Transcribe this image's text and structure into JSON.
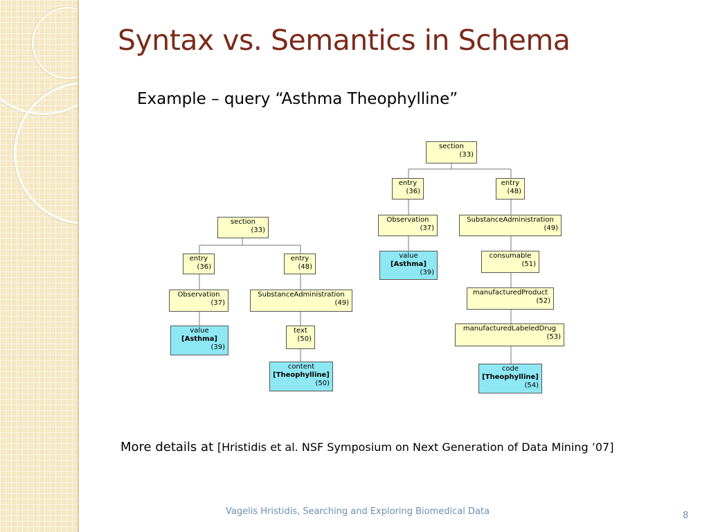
{
  "slide": {
    "title": "Syntax vs. Semantics in Schema",
    "subtitle": "Example – query “Asthma Theophylline”",
    "details_prefix": "More details at ",
    "details_citation": "[Hristidis et al. NSF Symposium on Next Generation of Data Mining ’07]",
    "footer": "Vagelis Hristidis, Searching and Exploring Biomedical Data",
    "page_number": "8"
  },
  "tree_left": {
    "section": {
      "label": "section",
      "id": "(33)"
    },
    "entry_a": {
      "label": "entry",
      "id": "(36)"
    },
    "entry_b": {
      "label": "entry",
      "id": "(48)"
    },
    "observation": {
      "label": "Observation",
      "id": "(37)"
    },
    "substance": {
      "label": "SubstanceAdministration",
      "id": "(49)"
    },
    "value": {
      "label": "value",
      "value": "[Asthma]",
      "id": "(39)"
    },
    "text": {
      "label": "text",
      "id": "(50)"
    },
    "content": {
      "label": "content",
      "value": "[Theophylline]",
      "id": "(50)"
    }
  },
  "tree_right": {
    "section": {
      "label": "section",
      "id": "(33)"
    },
    "entry_a": {
      "label": "entry",
      "id": "(36)"
    },
    "entry_b": {
      "label": "entry",
      "id": "(48)"
    },
    "observation": {
      "label": "Observation",
      "id": "(37)"
    },
    "substance": {
      "label": "SubstanceAdministration",
      "id": "(49)"
    },
    "value": {
      "label": "value",
      "value": "[Asthma]",
      "id": "(39)"
    },
    "consumable": {
      "label": "consumable",
      "id": "(51)"
    },
    "manufactured_product": {
      "label": "manufacturedProduct",
      "id": "(52)"
    },
    "labeled_drug": {
      "label": "manufacturedLabeledDrug",
      "id": "(53)"
    },
    "code": {
      "label": "code",
      "value": "[Theophylline]",
      "id": "(54)"
    }
  },
  "colors": {
    "title": "#7b2a1a",
    "node_fill": "#ffffc8",
    "leaf_fill": "#8ee8f4",
    "footer": "#6b8fb0",
    "strip": "#f4e8c4"
  }
}
